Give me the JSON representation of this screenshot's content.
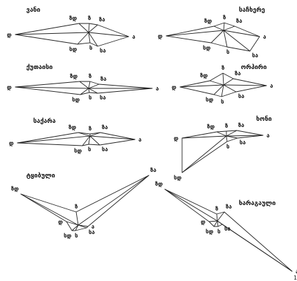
{
  "axis_labels": {
    "z": "ზ",
    "zna": "ზა",
    "zd": "ზდ",
    "s": "ს",
    "sa": "სა",
    "sd": "სდ",
    "d": "დ",
    "a": "ა"
  },
  "panels": [
    {
      "name": "panel-vani",
      "title": "ვანი"
    },
    {
      "name": "panel-sachkhere",
      "title": "საჩხერე"
    },
    {
      "name": "panel-kutaisi",
      "title": "ქუთაისი"
    },
    {
      "name": "panel-orpiri",
      "title": "ორპირი"
    },
    {
      "name": "panel-sajavakho",
      "title": "საქარა"
    },
    {
      "name": "panel-khoni",
      "title": "ხონი"
    },
    {
      "name": "panel-tsipubuli",
      "title": "ტყიბული"
    },
    {
      "name": "panel-kharagauli",
      "title": "ხარაგაული"
    }
  ],
  "page_number": "1"
}
